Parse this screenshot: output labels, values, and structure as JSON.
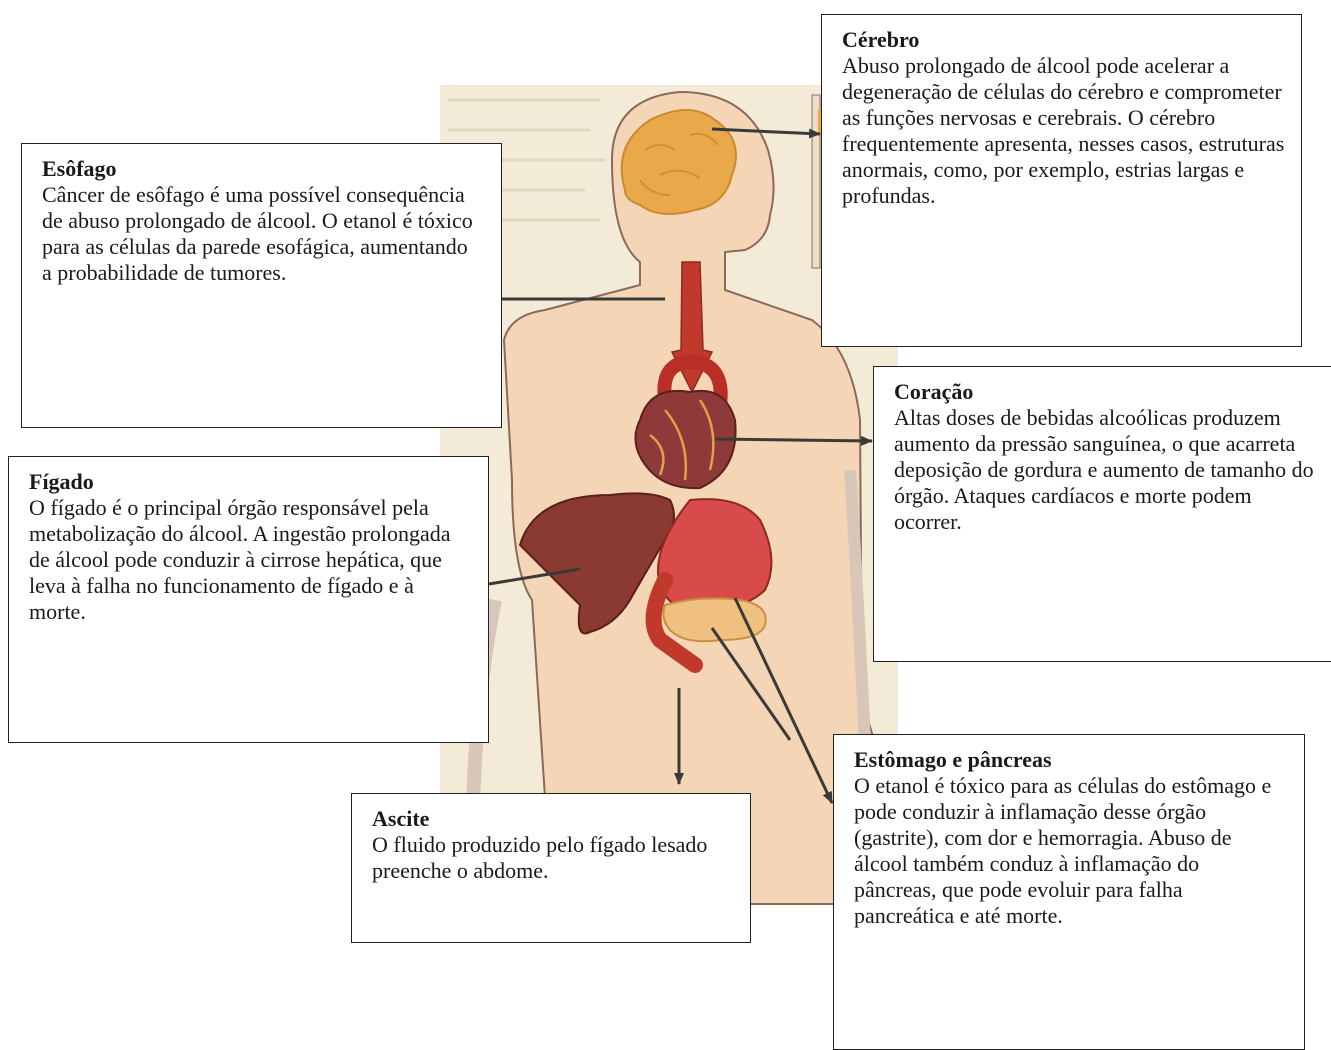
{
  "boxes": {
    "cerebro": {
      "title": "Cérebro",
      "text": "Abuso prolongado de álcool pode acelerar a degeneração de células do cérebro e comprometer as funções nervosas e cerebrais. O cérebro frequentemente apresenta, nesses casos, estruturas anormais, como, por exemplo, estrias largas e profundas."
    },
    "esofago": {
      "title": "Esôfago",
      "text": "Câncer de esôfago é uma possível consequência de abuso prolongado de álcool. O etanol é tóxico para as células da parede esofágica, aumentando a probabilidade de tumores."
    },
    "coracao": {
      "title": "Coração",
      "text": "Altas doses de bebidas alcoólicas produzem aumento da pressão sanguínea, o que acarreta deposição de gordura e aumento de tamanho do órgão. Ataques cardíacos e morte podem ocorrer."
    },
    "figado": {
      "title": "Fígado",
      "text": "O fígado é o principal órgão responsável pela metabolização do álcool. A ingestão prolongada de álcool pode conduzir à cirrose hepática, que leva à falha no funcionamento de fígado e à morte."
    },
    "estomago": {
      "title": "Estômago e pâncreas",
      "text": "O etanol é tóxico para as células do estômago e pode conduzir à inflamação desse órgão (gastrite), com dor e hemorragia. Abuso de álcool também conduz à inflamação do pâncreas, que pode evoluir para falha pancreática e até morte."
    },
    "ascite": {
      "title": "Ascite",
      "text": "O fluido produzido pelo fígado lesado preenche o abdome."
    }
  }
}
